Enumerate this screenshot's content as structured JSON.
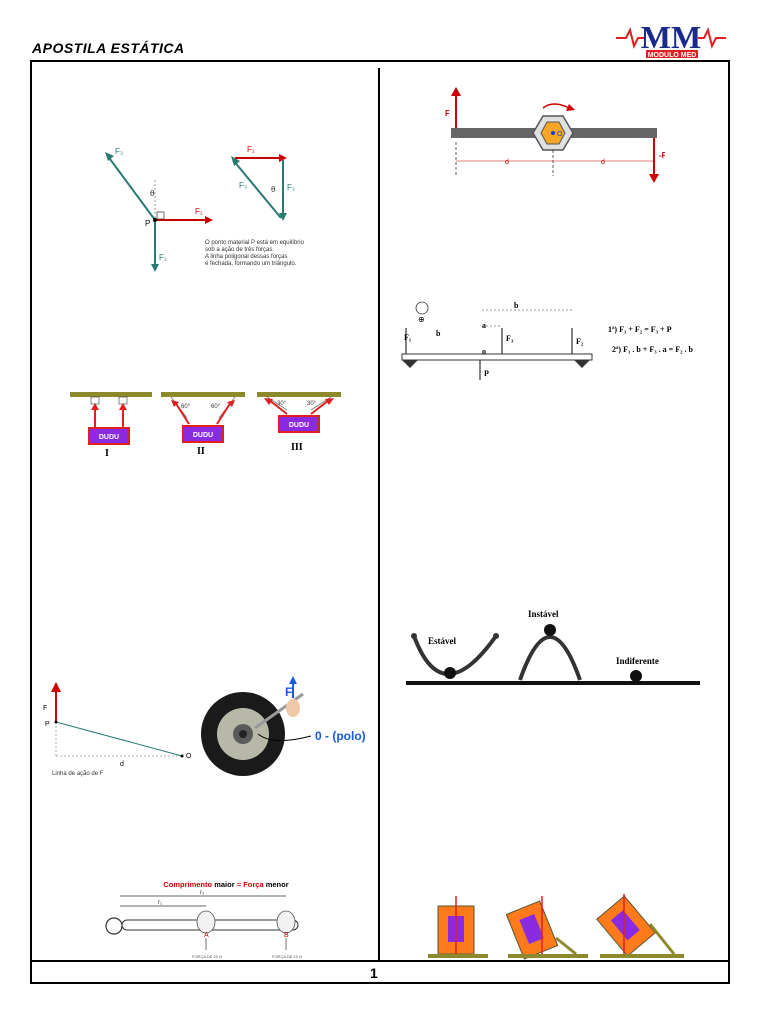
{
  "header": {
    "title": "APOSTILA ESTÁTICA",
    "logo_text": "MM",
    "logo_sub": "MODULO MED"
  },
  "footer": {
    "page_number": "1"
  },
  "colors": {
    "red": "#e02020",
    "teal": "#2a7a74",
    "purple": "#8a2be2",
    "olive": "#8c8a2c",
    "orange": "#ff7a1a"
  },
  "figures": {
    "equilibrium": {
      "f1": "F₁",
      "f2": "F₂",
      "f3": "F₃",
      "theta": "θ",
      "p": "P",
      "caption_1": "O ponto material P está em equilíbrio",
      "caption_2": "sob a ação de três forças.",
      "caption_3": "A linha poligonal dessas forças",
      "caption_4": "é fechada, formando um triângulo."
    },
    "dudu": {
      "box_label": "DUDU",
      "angle_60": "60°",
      "angle_30": "30°",
      "roman_1": "I",
      "roman_2": "II",
      "roman_3": "III"
    },
    "torque": {
      "f": "F",
      "p": "P",
      "o": "O",
      "d": "d",
      "line_label": "Linha de ação de F",
      "polo": "0 - (polo)",
      "f_wheel": "F"
    },
    "wrench": {
      "heading_pre": "Comprimento ",
      "heading_maior": "maior",
      "heading_eq": " = ",
      "heading_forca": "Força",
      "heading_menor": " menor",
      "a": "A",
      "b": "B",
      "r1": "r₁",
      "r2": "r₂",
      "label_a": "FORÇA DE 20 N",
      "label_b": "FORÇA DE 10 N"
    },
    "couple": {
      "f": "F",
      "neg_f": "-F",
      "o": "O",
      "d1": "d",
      "d2": "d"
    },
    "beam": {
      "b_top": "b",
      "b_mid": "b",
      "a": "a",
      "o": "o",
      "f1": "F₁",
      "f2": "F₂",
      "f3": "F₃",
      "p": "P",
      "eq1": "1ª)  F₁ + F₂ = F₃ + P",
      "eq2": "2ª) F₁ . b + F₃ . a  = F₂ . b"
    },
    "stability": {
      "estavel": "Estável",
      "instavel": "Instável",
      "indiferente": "Indiferente"
    }
  }
}
